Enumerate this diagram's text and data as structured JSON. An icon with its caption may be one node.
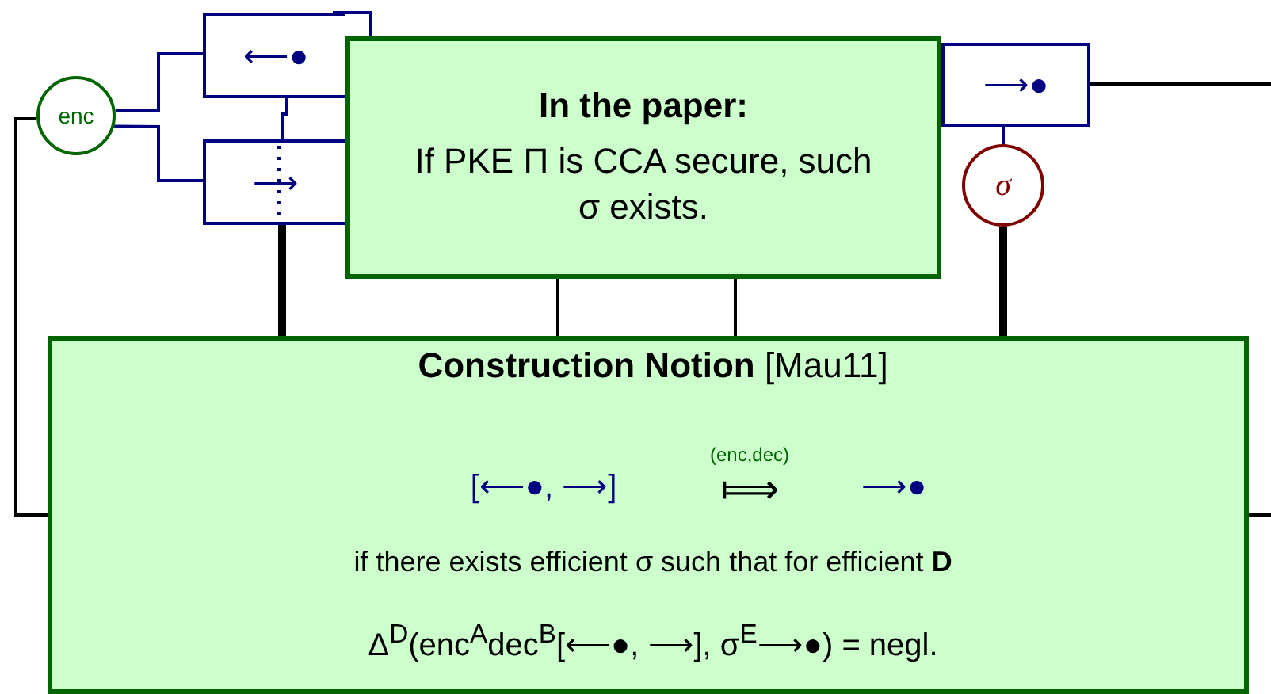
{
  "diagram": {
    "nodes": [
      {
        "text": [
          "enc"
        ]
      },
      {
        "text": [
          "⟵●"
        ]
      },
      {
        "text": [
          "⟶"
        ]
      },
      {
        "text": [
          "In the paper:",
          "If PKE Π is CCA secure, such σ exists."
        ]
      },
      {
        "text": [
          "⟶●"
        ]
      },
      {
        "text": [
          "σ"
        ]
      },
      {
        "text": [
          "**Construction Notion** [Mau11]",
          "[⟵●, ⟶]",
          "(enc,dec)",
          "⟾",
          "⟶●",
          "if there exists efficient σ such that for efficient **D**",
          "Δ$^{D}$(enc$^{A}$dec$^{B}$[⟵●, ⟶], σ$^{E}$⟶●) = negl."
        ]
      }
    ],
    "edges": [
      {
        "from": 0,
        "to": 1,
        "arrow": "none",
        "color": "#000080"
      },
      {
        "from": 0,
        "to": 2,
        "arrow": "none",
        "color": "#000080"
      },
      {
        "from": 0,
        "to": 6,
        "arrow": "none"
      },
      {
        "from": 1,
        "to": 2,
        "arrow": "none",
        "color": "#000080"
      },
      {
        "from": 1,
        "to": 3,
        "arrow": "none",
        "color": "#000080"
      },
      {
        "from": 2,
        "to": 6,
        "arrow": "none",
        "style": "thick"
      },
      {
        "from": 3,
        "to": 6,
        "arrow": "none"
      },
      {
        "from": 3,
        "to": 6,
        "arrow": "none"
      },
      {
        "from": 4,
        "to": 5,
        "arrow": "none",
        "color": "#000080"
      },
      {
        "from": 5,
        "to": 6,
        "arrow": "none",
        "style": "thick"
      },
      {
        "from": 4,
        "to": null,
        "arrow": "none"
      },
      {
        "from": 6,
        "to": null,
        "arrow": "none"
      }
    ]
  }
}
